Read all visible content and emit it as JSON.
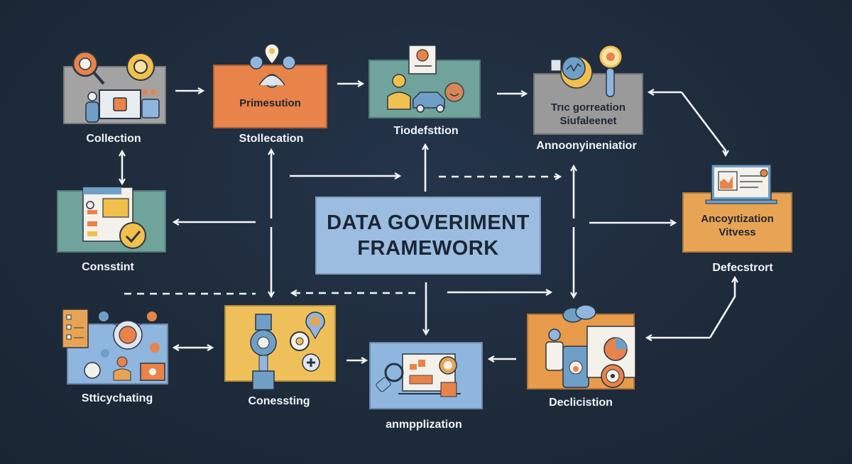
{
  "title": {
    "line1": "DATA GOVERIMENT",
    "line2": "FRAMEWORK"
  },
  "nodes": [
    {
      "id": "collection",
      "label": "Collection",
      "tile_text": "",
      "color": "#a3a3a3",
      "icons": [
        "magnifier-icon",
        "gear-icon",
        "person-icon",
        "laptop-lock-icon",
        "calculator-icon"
      ]
    },
    {
      "id": "stollecation",
      "label": "Stollecation",
      "tile_text": "Primesution",
      "color": "#e8834a",
      "icons": [
        "location-pin-icon",
        "people-network-icon"
      ]
    },
    {
      "id": "tiodefsttion",
      "label": "Tiodefsttion",
      "tile_text": "",
      "color": "#6fa39b",
      "icons": [
        "document-icon",
        "person-icon",
        "car-icon",
        "smiley-icon"
      ]
    },
    {
      "id": "annoonyineniatior",
      "label": "Annoonyineniatior",
      "tile_text_line1": "Trıc gorreation",
      "tile_text_line2": "Siufaleenet",
      "color": "#9a9a9a",
      "icons": [
        "analytics-gear-icon",
        "lightbulb-magnifier-icon"
      ]
    },
    {
      "id": "constint",
      "label": "Consstint",
      "tile_text": "",
      "color": "#6fa39b",
      "icons": [
        "browser-form-icon",
        "checkmark-badge-icon"
      ]
    },
    {
      "id": "defecstrort",
      "label": "Defecstrort",
      "tile_text_line1": "Ancoyıtization",
      "tile_text_line2": "Vitvess",
      "color": "#e8a455",
      "icons": [
        "laptop-chart-icon"
      ]
    },
    {
      "id": "stticychating",
      "label": "Stticychating",
      "tile_text": "",
      "color": "#8fb6df",
      "icons": [
        "checklist-icon",
        "network-hub-icon",
        "worker-icon",
        "briefcase-icon"
      ]
    },
    {
      "id": "conessting",
      "label": "Conessting",
      "tile_text": "",
      "color": "#efc05a",
      "icons": [
        "machine-gear-icon",
        "location-pin-icon",
        "gear-icon"
      ]
    },
    {
      "id": "anmpplization",
      "label": "anmpplization",
      "tile_text": "",
      "color": "#8fb6df",
      "icons": [
        "magnifier-icon",
        "laptop-chart-icon",
        "location-pin-icon"
      ]
    },
    {
      "id": "declicistion",
      "label": "Declicistion",
      "tile_text": "",
      "color": "#e89b4a",
      "icons": [
        "chat-bubbles-icon",
        "person-icon",
        "pie-chart-icon",
        "target-icon"
      ]
    }
  ],
  "colors": {
    "background": "#1e2b3b",
    "arrow": "#f4f6f8",
    "center_box": "#9cbde0",
    "text_dark": "#1f2733"
  }
}
